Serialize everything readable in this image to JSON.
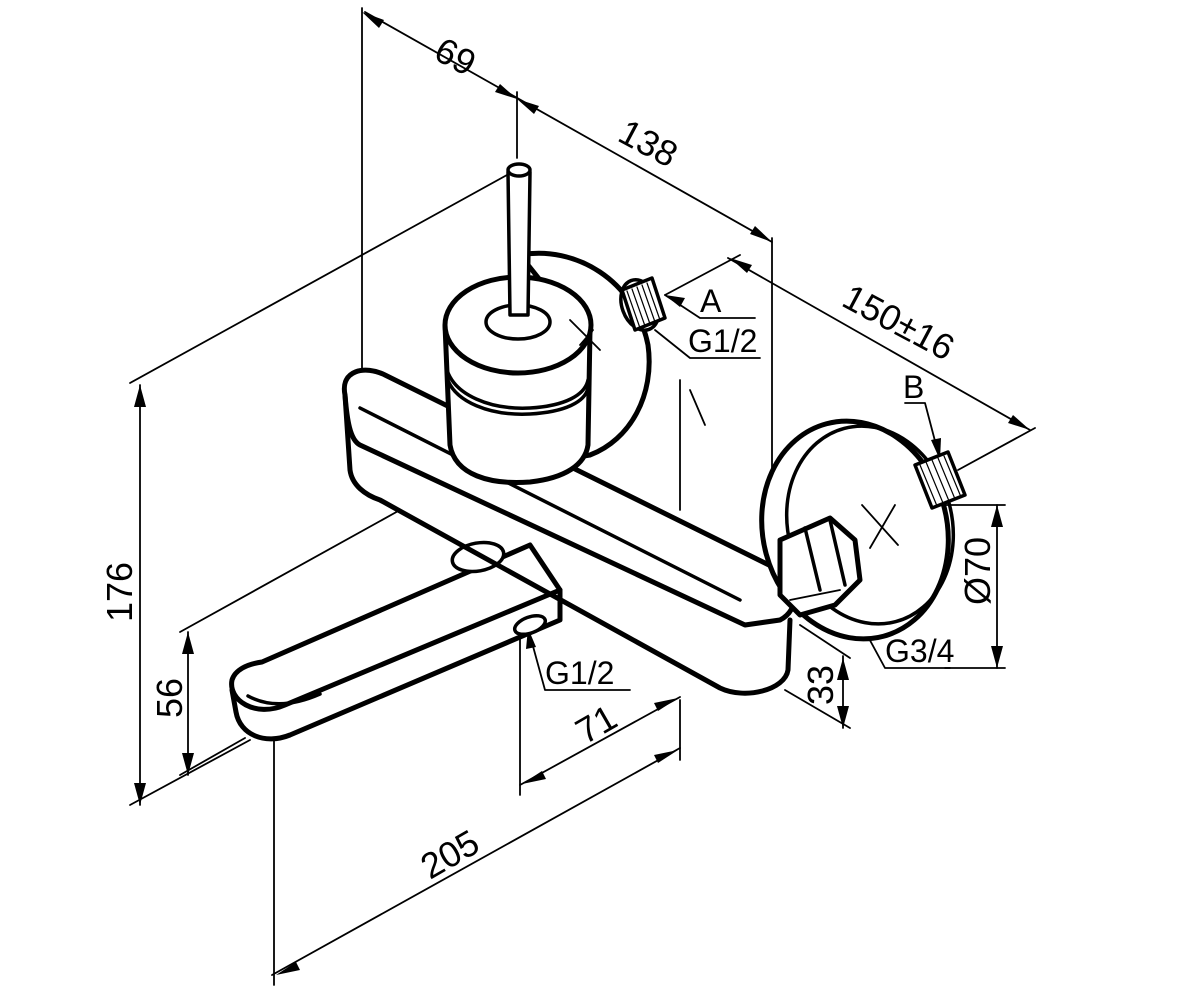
{
  "dimensions": {
    "d69": "69",
    "d138": "138",
    "d150": "150±16",
    "d176": "176",
    "d56": "56",
    "d33": "33",
    "d71": "71",
    "d205": "205",
    "d70": "Ø70"
  },
  "labels": {
    "inlet_a": "A",
    "inlet_a_thread": "G1/2",
    "inlet_b": "B",
    "spout_thread": "G1/2",
    "nut_thread": "G3/4"
  }
}
